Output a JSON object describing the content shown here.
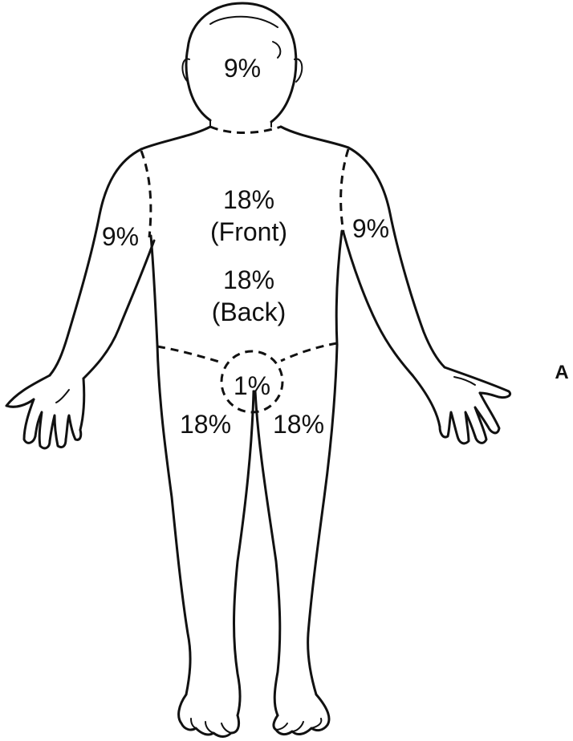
{
  "diagram": {
    "regions": {
      "head": "9%",
      "right_arm": "9%",
      "left_arm": "9%",
      "trunk_front_value": "18%",
      "trunk_front_label": "(Front)",
      "trunk_back_value": "18%",
      "trunk_back_label": "(Back)",
      "genitals": "1%",
      "right_leg": "18%",
      "left_leg": "18%"
    },
    "panel_letter": "A"
  }
}
